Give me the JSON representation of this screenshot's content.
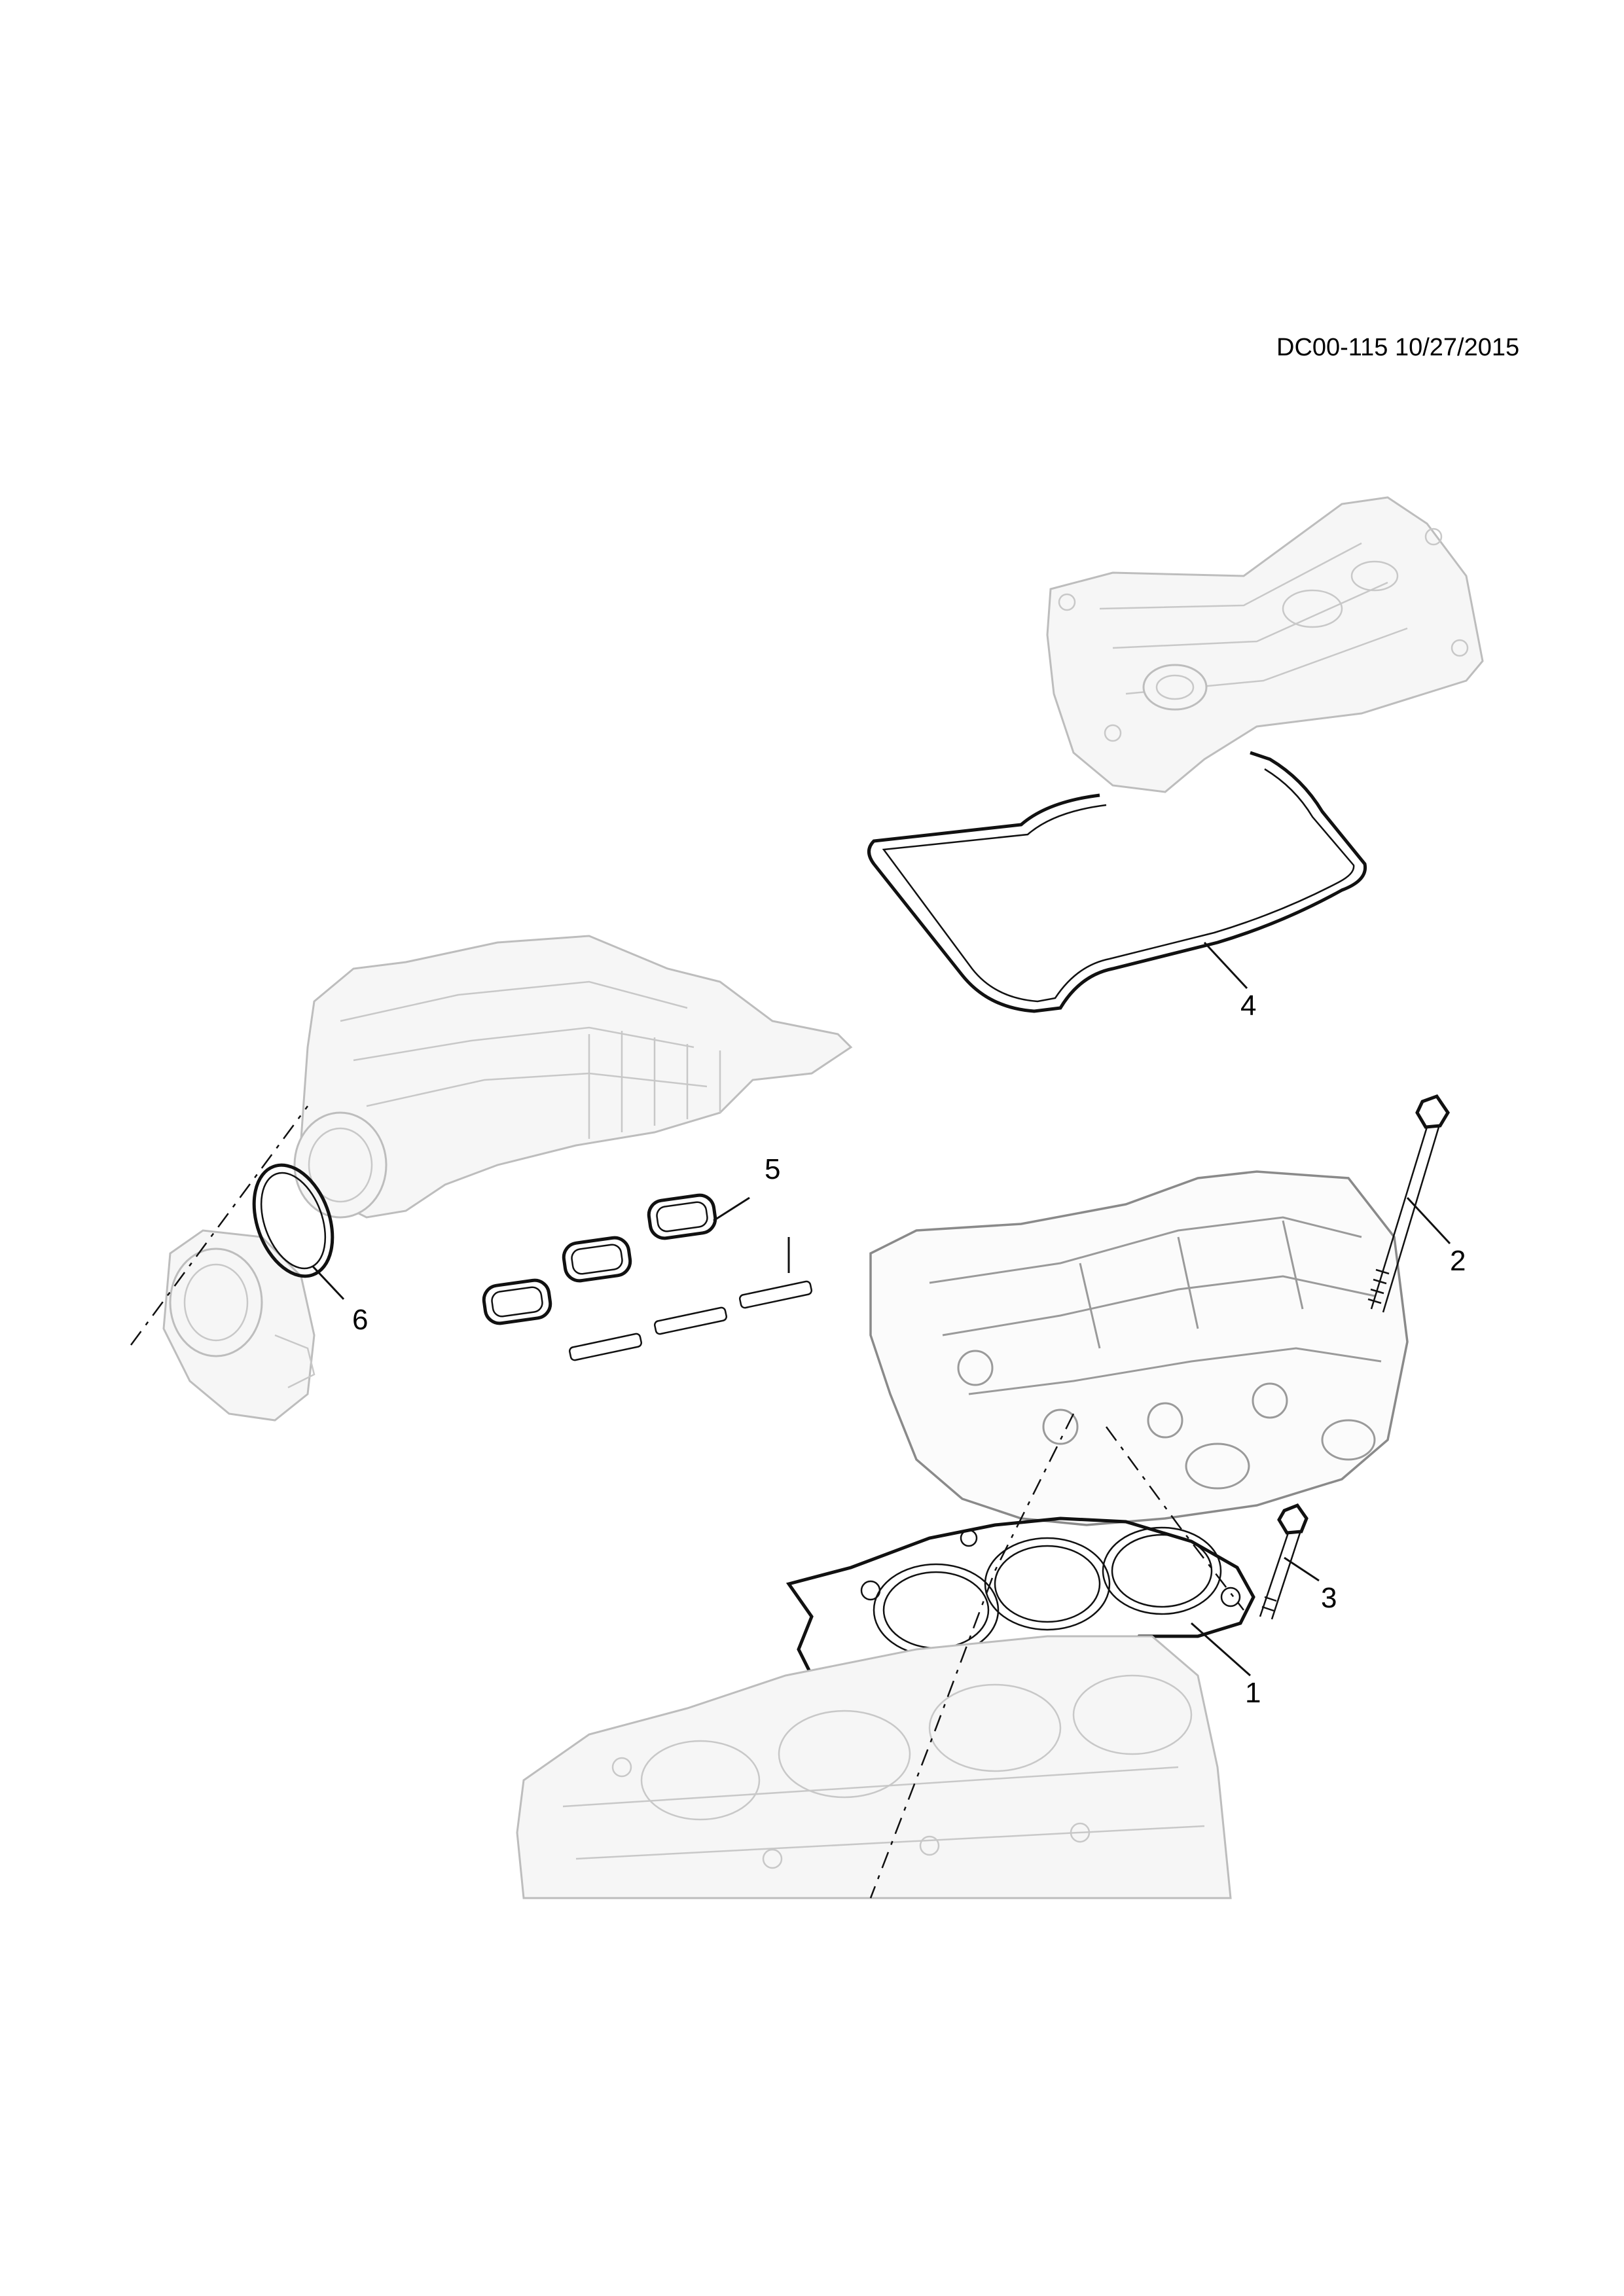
{
  "header": {
    "diagram_code": "DC00-115 10/27/2015"
  },
  "callouts": [
    {
      "id": "1",
      "label": "1"
    },
    {
      "id": "2",
      "label": "2"
    },
    {
      "id": "3",
      "label": "3"
    },
    {
      "id": "4",
      "label": "4"
    },
    {
      "id": "5",
      "label": "5"
    },
    {
      "id": "6",
      "label": "6"
    }
  ],
  "parts": [
    {
      "callout": "1",
      "icon": "cylinder-head-gasket-icon"
    },
    {
      "callout": "2",
      "icon": "long-bolt-icon"
    },
    {
      "callout": "3",
      "icon": "short-bolt-icon"
    },
    {
      "callout": "4",
      "icon": "cover-gasket-icon"
    },
    {
      "callout": "5",
      "icon": "intake-port-gasket-icon"
    },
    {
      "callout": "6",
      "icon": "o-ring-seal-icon"
    }
  ],
  "colors": {
    "line": "#111111",
    "ghost_line": "#bdbdbd",
    "background": "#ffffff"
  }
}
